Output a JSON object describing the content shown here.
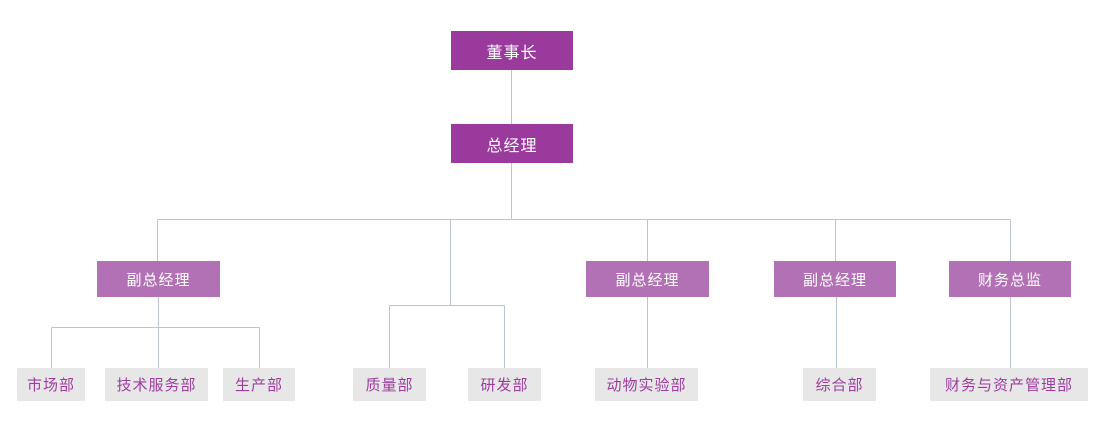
{
  "org_chart": {
    "nodes": {
      "chairman": "董事长",
      "general_manager": "总经理",
      "deputy_gm_1": "副总经理",
      "deputy_gm_2": "副总经理",
      "deputy_gm_3": "副总经理",
      "finance_director": "财务总监",
      "marketing_dept": "市场部",
      "tech_service_dept": "技术服务部",
      "production_dept": "生产部",
      "quality_dept": "质量部",
      "rnd_dept": "研发部",
      "animal_lab_dept": "动物实验部",
      "general_affairs_dept": "综合部",
      "finance_asset_dept": "财务与资产管理部"
    },
    "edges": [
      [
        "chairman",
        "general_manager"
      ],
      [
        "general_manager",
        "deputy_gm_1"
      ],
      [
        "general_manager",
        "quality_dept"
      ],
      [
        "general_manager",
        "rnd_dept"
      ],
      [
        "general_manager",
        "deputy_gm_2"
      ],
      [
        "general_manager",
        "deputy_gm_3"
      ],
      [
        "general_manager",
        "finance_director"
      ],
      [
        "deputy_gm_1",
        "marketing_dept"
      ],
      [
        "deputy_gm_1",
        "tech_service_dept"
      ],
      [
        "deputy_gm_1",
        "production_dept"
      ],
      [
        "deputy_gm_2",
        "animal_lab_dept"
      ],
      [
        "deputy_gm_3",
        "general_affairs_dept"
      ],
      [
        "finance_director",
        "finance_asset_dept"
      ]
    ],
    "colors": {
      "executive_box": "#9a3a9c",
      "manager_box": "#b271b4",
      "department_box": "#e8e7e8",
      "department_text": "#9c3d9e",
      "connector_line": "#b7c6d2",
      "background": "#ffffff"
    }
  }
}
